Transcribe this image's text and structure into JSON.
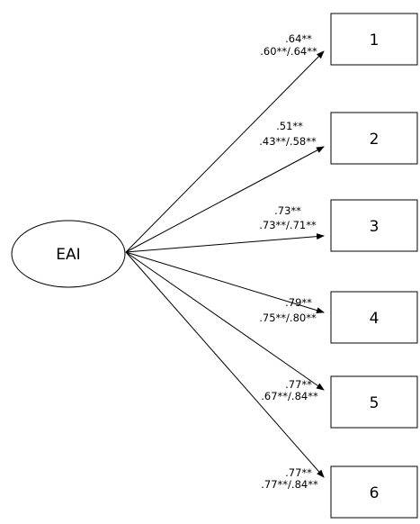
{
  "latent": {
    "label": "EAI"
  },
  "indicators": [
    {
      "label": "1",
      "coef_top": ".64**",
      "coef_bottom": ".60**/.64**"
    },
    {
      "label": "2",
      "coef_top": ".51**",
      "coef_bottom": ".43**/.58**"
    },
    {
      "label": "3",
      "coef_top": ".73**",
      "coef_bottom": ".73**/.71**"
    },
    {
      "label": "4",
      "coef_top": ".79**",
      "coef_bottom": ".75**/.80**"
    },
    {
      "label": "5",
      "coef_top": ".77**",
      "coef_bottom": ".67**/.84**"
    },
    {
      "label": "6",
      "coef_top": ".77**",
      "coef_bottom": ".77**/.84**"
    }
  ],
  "colors": {
    "stroke": "#000000",
    "background": "#ffffff"
  }
}
